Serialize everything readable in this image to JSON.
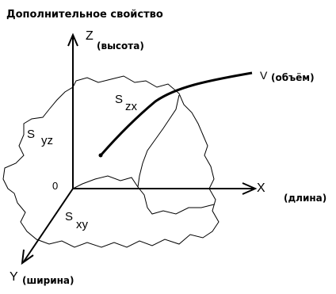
{
  "diagram": {
    "title": "Дополнительное свойство",
    "axes": {
      "z": {
        "letter": "Z",
        "caption": "(высота)"
      },
      "x": {
        "letter": "X",
        "caption": "(длина)"
      },
      "y": {
        "letter": "Y",
        "caption": "(ширина)"
      }
    },
    "origin_label": "0",
    "curve": {
      "letter": "V",
      "caption": "(объём)"
    },
    "planes": {
      "zx": {
        "base": "S",
        "subscript": "zx"
      },
      "yz": {
        "base": "S",
        "subscript": "yz"
      },
      "xy": {
        "base": "S",
        "subscript": "xy"
      }
    },
    "colors": {
      "ink": "#000000",
      "background": "#ffffff"
    }
  }
}
